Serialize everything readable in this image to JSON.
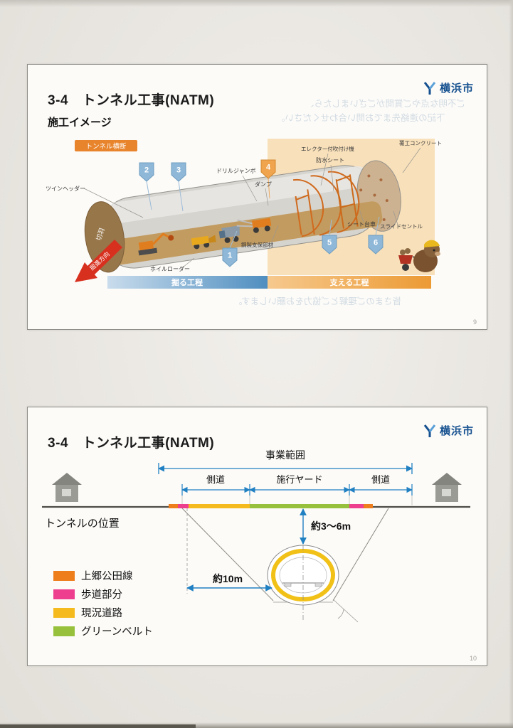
{
  "scan": {
    "bg": "#e9e6e1"
  },
  "slide1": {
    "title": "3-4　トンネル工事(NATM)",
    "subtitle": "施工イメージ",
    "logo": "横浜市",
    "page_number": "9",
    "corner_label": "トンネル横断",
    "direction_label": "掘進方向",
    "face_label": "切羽",
    "labels": {
      "twin_header": "ツインヘッダー",
      "drill_jumbo": "ドリルジャンボ",
      "dump": "ダンプ",
      "erector": "エレクター付吹付け機",
      "waterproof": "防水シート",
      "lining": "覆工コンクリート",
      "sheet_truck": "シート台車",
      "slide_centre": "スライドセントル",
      "steel_support": "鋼製支保部材",
      "wheel_loader": "ホイルローダー"
    },
    "markers": {
      "m1": "1",
      "m2": "2",
      "m3": "3",
      "m4": "4",
      "m5": "5",
      "m6": "6"
    },
    "process_left": "掘る工程",
    "process_right": "支える工程",
    "ghost1": "ご不明な点やご質問がございましたら、",
    "ghost2": "下記の連絡先までお問い合わせください。",
    "ghost3": "皆さまのご理解とご協力をお願いします。"
  },
  "slide2": {
    "title": "3-4　トンネル工事(NATM)",
    "logo": "横浜市",
    "page_number": "10",
    "scope_label": "事業範囲",
    "side_road_left": "側道",
    "yard_label": "施行ヤード",
    "side_road_right": "側道",
    "position_label": "トンネルの位置",
    "depth_label": "約3～6m",
    "width_label": "約10m",
    "legend": [
      {
        "color": "#ee7d1c",
        "label": "上郷公田線"
      },
      {
        "color": "#ee3f8e",
        "label": "歩道部分"
      },
      {
        "color": "#f5ba1e",
        "label": "現況道路"
      },
      {
        "color": "#97c13c",
        "label": "グリーンベルト"
      }
    ],
    "colors": {
      "arrow_blue": "#2080c2",
      "tunnel_ring": "#f1c118"
    }
  }
}
